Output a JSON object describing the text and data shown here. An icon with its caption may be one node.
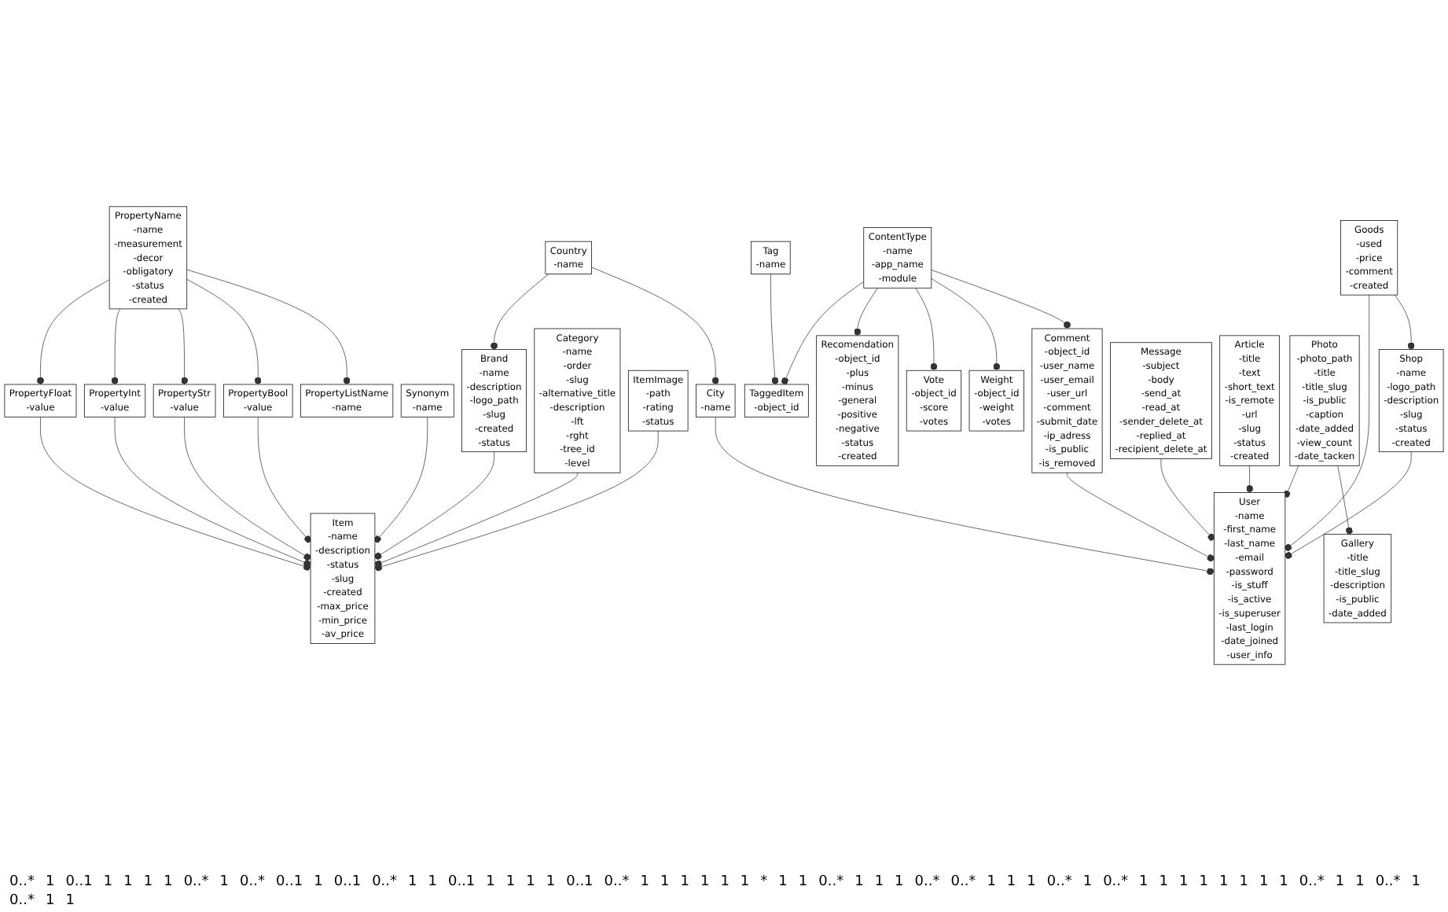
{
  "diagram": {
    "nodes": [
      {
        "text": [
          "PropertyName",
          "-name",
          "-measurement",
          "-decor",
          "-obligatory",
          "-status",
          "-created"
        ]
      },
      {
        "text": [
          "PropertyFloat",
          "-value"
        ]
      },
      {
        "text": [
          "PropertyInt",
          "-value"
        ]
      },
      {
        "text": [
          "PropertyStr",
          "-value"
        ]
      },
      {
        "text": [
          "PropertyBool",
          "-value"
        ]
      },
      {
        "text": [
          "Item",
          "-name",
          "-description",
          "-status",
          "-slug",
          "-created",
          "-max_price",
          "-min_price",
          "-av_price"
        ]
      },
      {
        "text": [
          "Synonym",
          "-name"
        ]
      },
      {
        "text": [
          "PropertyListName",
          "-name"
        ]
      },
      {
        "text": [
          "Brand",
          "-name",
          "-description",
          "-logo_path",
          "-slug",
          "-created",
          "-status"
        ]
      },
      {
        "text": [
          "City",
          "-name"
        ]
      },
      {
        "text": [
          "Tag",
          "-name"
        ]
      },
      {
        "text": [
          "Category",
          "-name",
          "-order",
          "-slug",
          "-alternative_title",
          "-description",
          "-lft",
          "-rght",
          "-tree_id",
          "-level"
        ]
      },
      {
        "text": [
          "ItemImage",
          "-path",
          "-rating",
          "-status"
        ]
      },
      {
        "text": [
          "Message",
          "-subject",
          "-body",
          "-send_at",
          "-read_at",
          "-sender_delete_at",
          "-replied_at",
          "-recipient_delete_at"
        ]
      },
      {
        "text": [
          "User",
          "-name",
          "-first_name",
          "-last_name",
          "-email",
          "-password",
          "-is_stuff",
          "-is_active",
          "-is_superuser",
          "-last_login",
          "-date_joined",
          "-user_info"
        ]
      },
      {
        "text": [
          "Country",
          "-name"
        ]
      },
      {
        "text": [
          "Recomendation",
          "-object_id",
          "-plus",
          "-minus",
          "-general",
          "-positive",
          "-negative",
          "-status",
          "-created"
        ]
      },
      {
        "text": [
          "TaggedItem",
          "-object_id"
        ]
      },
      {
        "text": [
          "Article",
          "-title",
          "-text",
          "-short_text",
          "-is_remote",
          "-url",
          "-slug",
          "-status",
          "-created"
        ]
      },
      {
        "text": [
          "Photo",
          "-photo_path",
          "-title",
          "-title_slug",
          "-is_public",
          "-caption",
          "-date_added",
          "-view_count",
          "-date_tacken"
        ]
      },
      {
        "text": [
          "Gallery",
          "-title",
          "-title_slug",
          "-description",
          "-is_public",
          "-date_added"
        ]
      },
      {
        "text": [
          "Comment",
          "-object_id",
          "-user_name",
          "-user_email",
          "-user_url",
          "-comment",
          "-submit_date",
          "-ip_adress",
          "-is_public",
          "-is_removed"
        ]
      },
      {
        "text": [
          "ContentType",
          "-name",
          "-app_name",
          "-module"
        ]
      },
      {
        "text": [
          "Shop",
          "-name",
          "-logo_path",
          "-description",
          "-slug",
          "-status",
          "-created"
        ]
      },
      {
        "text": [
          "Goods",
          "-used",
          "-price",
          "-comment",
          "-created"
        ]
      },
      {
        "text": [
          "Vote",
          "-object_id",
          "-score",
          "-votes"
        ]
      },
      {
        "text": [
          "Weight",
          "-object_id",
          "-weight",
          "-votes"
        ]
      }
    ],
    "edges": [
      {
        "from": 0,
        "to": 1,
        "arrow": "other"
      },
      {
        "from": 0,
        "to": 2,
        "arrow": "other"
      },
      {
        "from": 0,
        "to": 3,
        "arrow": "other"
      },
      {
        "from": 0,
        "to": 4,
        "arrow": "other"
      },
      {
        "from": 0,
        "to": 7,
        "arrow": "other"
      },
      {
        "from": 1,
        "to": 5,
        "arrow": "other"
      },
      {
        "from": 2,
        "to": 5,
        "arrow": "other"
      },
      {
        "from": 3,
        "to": 5,
        "arrow": "other"
      },
      {
        "from": 4,
        "to": 5,
        "arrow": "other"
      },
      {
        "from": 6,
        "to": 5,
        "arrow": "other"
      },
      {
        "from": 8,
        "to": 5,
        "arrow": "other"
      },
      {
        "from": 11,
        "to": 5,
        "arrow": "other"
      },
      {
        "from": 12,
        "to": 5,
        "arrow": "other"
      },
      {
        "from": 15,
        "to": 8,
        "arrow": "other"
      },
      {
        "from": 15,
        "to": 9,
        "arrow": "other"
      },
      {
        "from": 9,
        "to": 14,
        "arrow": "other"
      },
      {
        "from": 10,
        "to": 17,
        "arrow": "other"
      },
      {
        "from": 13,
        "to": 14,
        "arrow": "other"
      },
      {
        "from": 18,
        "to": 14,
        "arrow": "other"
      },
      {
        "from": 19,
        "to": 14,
        "arrow": "other"
      },
      {
        "from": 19,
        "to": 20,
        "arrow": "other"
      },
      {
        "from": 21,
        "to": 14,
        "arrow": "other"
      },
      {
        "from": 24,
        "to": 14,
        "arrow": "other"
      },
      {
        "from": 23,
        "to": 14,
        "arrow": "other"
      },
      {
        "from": 24,
        "to": 23,
        "arrow": "other"
      },
      {
        "from": 22,
        "to": 17,
        "arrow": "other"
      },
      {
        "from": 22,
        "to": 16,
        "arrow": "other"
      },
      {
        "from": 22,
        "to": 25,
        "arrow": "other"
      },
      {
        "from": 22,
        "to": 26,
        "arrow": "other"
      },
      {
        "from": 22,
        "to": 21,
        "arrow": "other"
      }
    ],
    "labels": [
      "0..*",
      "1",
      "0..1",
      "1",
      "1",
      "1",
      "1",
      "0..*",
      "1",
      "0..*",
      "0..1",
      "1",
      "0..1",
      "0..*",
      "1",
      "1",
      "0..1",
      "1",
      "1",
      "1",
      "1",
      "0..1",
      "0..*",
      "1",
      "1",
      "1",
      "1",
      "1",
      "1",
      "*",
      "1",
      "1",
      "0..*",
      "1",
      "1",
      "1",
      "0..*",
      "0..*",
      "1",
      "1",
      "1",
      "0..*",
      "1",
      "0..*",
      "1",
      "1",
      "1",
      "1",
      "1",
      "1",
      "1",
      "1",
      "0..*",
      "1",
      "1",
      "0..*",
      "1",
      "0..*",
      "1",
      "1"
    ]
  }
}
